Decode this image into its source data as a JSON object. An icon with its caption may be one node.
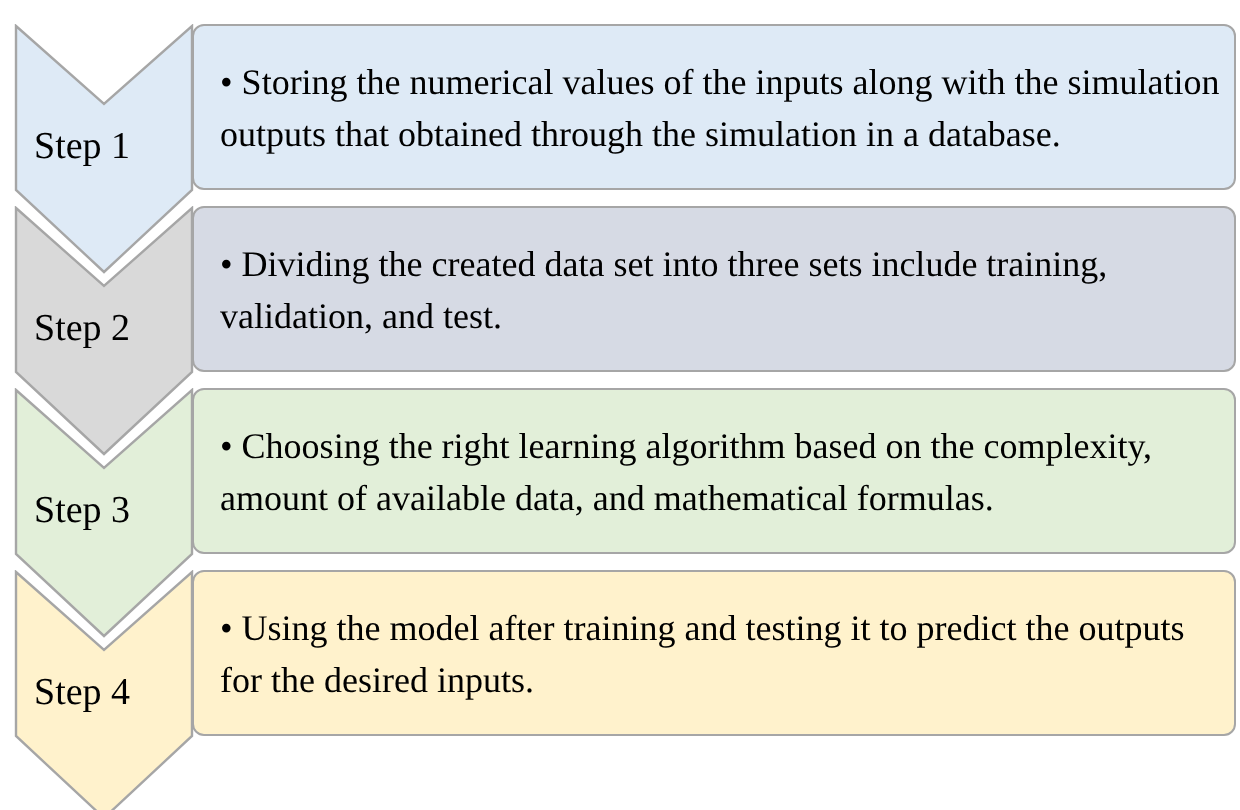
{
  "diagram": {
    "nodes": [
      {
        "text": [
          "Step 1"
        ]
      },
      {
        "text": [
          "• Storing the numerical values of the inputs along with the simulation outputs that obtained through the simulation in a database."
        ]
      },
      {
        "text": [
          "Step 2"
        ]
      },
      {
        "text": [
          "• Dividing the created data set into three sets include training, validation, and test."
        ]
      },
      {
        "text": [
          "Step 3"
        ]
      },
      {
        "text": [
          "• Choosing the right learning algorithm based on the complexity, amount of available data, and mathematical formulas."
        ]
      },
      {
        "text": [
          "Step 4"
        ]
      },
      {
        "text": [
          "• Using the model after training and testing it to predict the outputs for the desired inputs."
        ]
      }
    ]
  }
}
